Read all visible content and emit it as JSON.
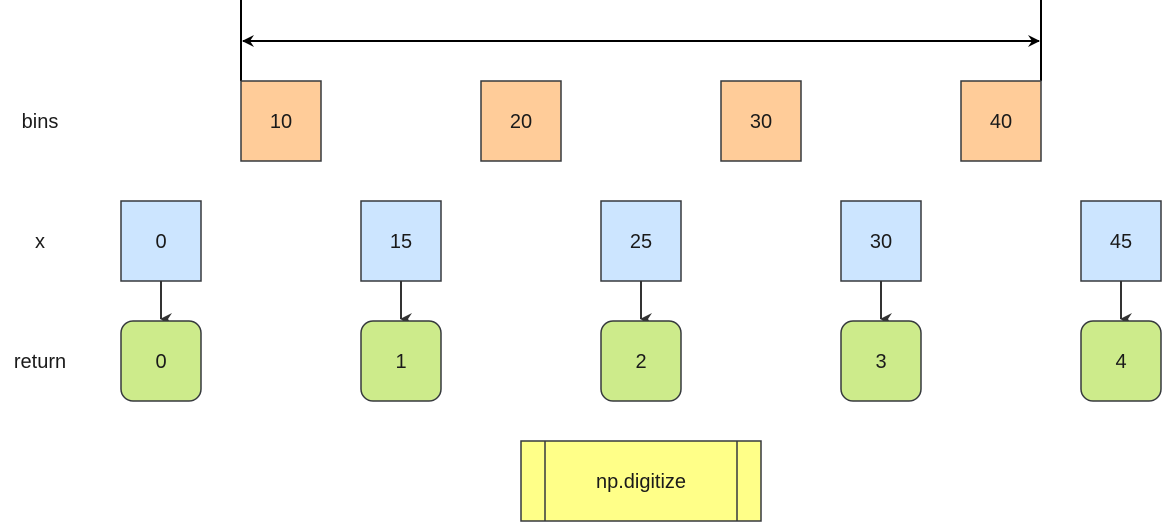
{
  "labels": {
    "bins": "bins",
    "x": "x",
    "return": "return"
  },
  "bins": [
    "10",
    "20",
    "30",
    "40"
  ],
  "x": [
    "0",
    "15",
    "25",
    "30",
    "45"
  ],
  "returns": [
    "0",
    "1",
    "2",
    "3",
    "4"
  ],
  "function_name": "np.digitize",
  "colors": {
    "bin_fill": "#ffcc99",
    "x_fill": "#cce5ff",
    "return_fill": "#cdeb8b",
    "func_fill": "#ffff88",
    "stroke": "#36393d",
    "line": "#000000"
  }
}
